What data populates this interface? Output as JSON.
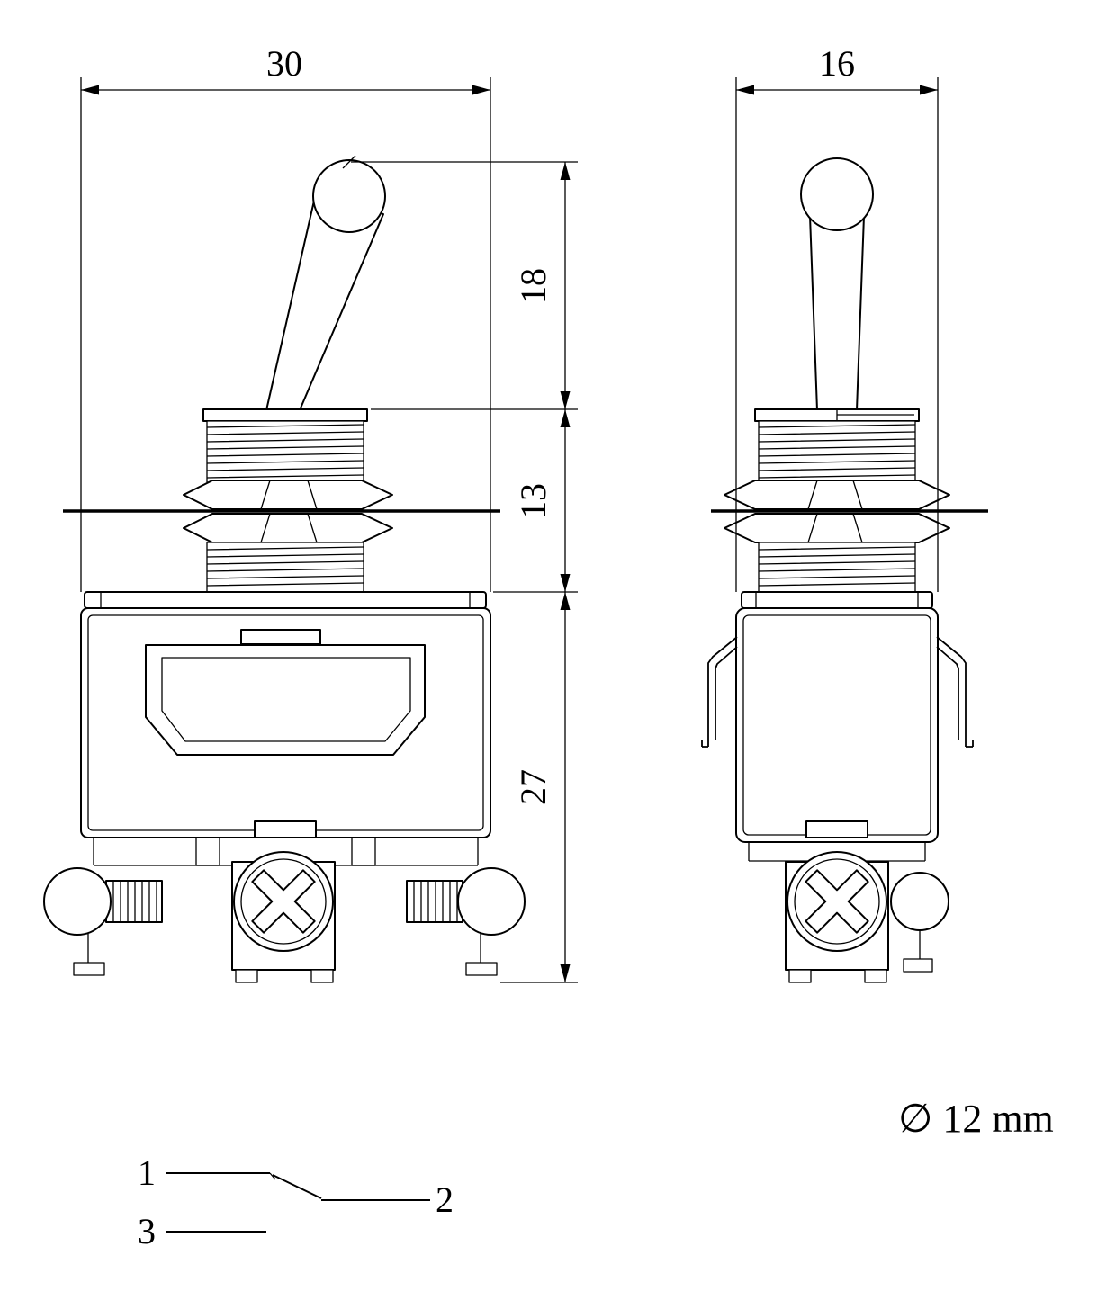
{
  "drawing": {
    "dim_front_width": "30",
    "dim_side_width": "16",
    "dim_lever_height": "18",
    "dim_bushing_height": "13",
    "dim_body_height": "27",
    "diameter_note": "∅ 12 mm"
  },
  "schematic": {
    "terminal_1": "1",
    "terminal_2": "2",
    "terminal_3": "3"
  },
  "colors": {
    "line": "#000000",
    "background": "#ffffff"
  }
}
